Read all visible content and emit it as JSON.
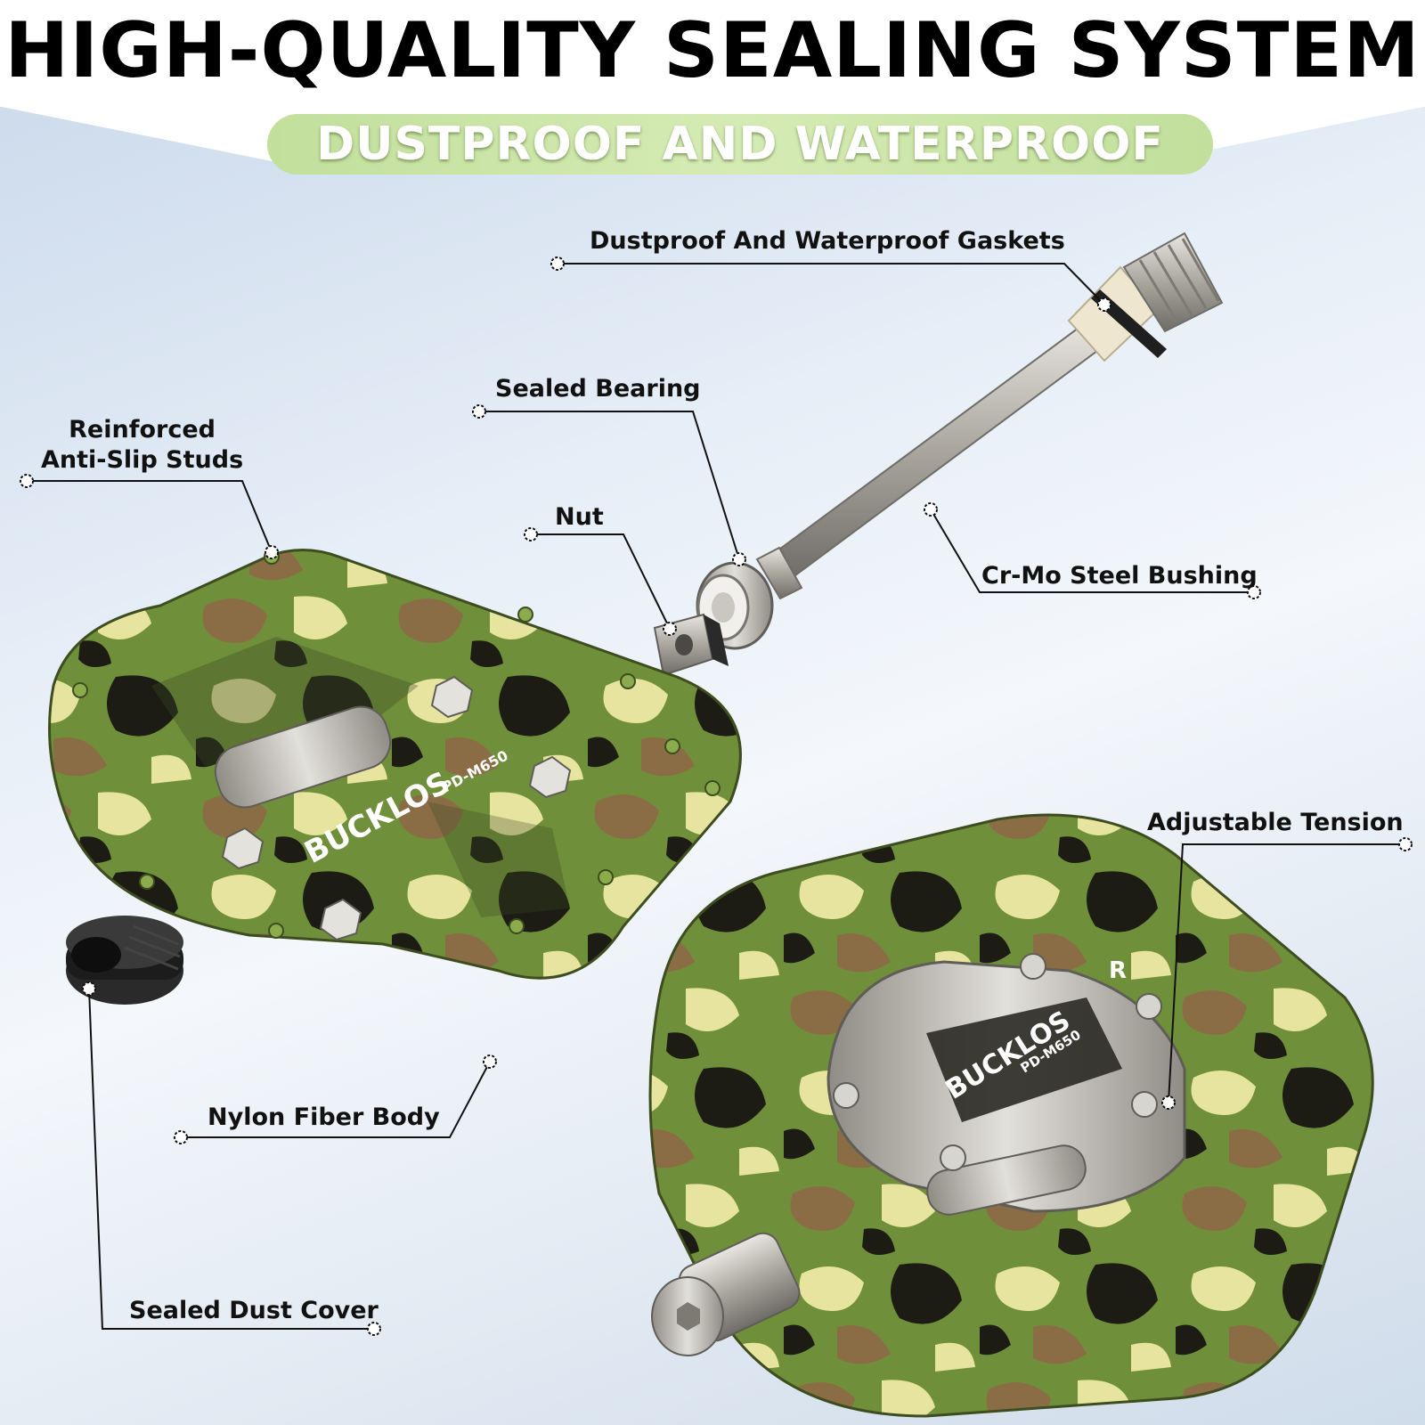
{
  "header": {
    "title": "HIGH-QUALITY SEALING SYSTEM",
    "subtitle": "DUSTPROOF AND WATERPROOF"
  },
  "callouts": {
    "gaskets": "Dustproof And Waterproof Gaskets",
    "bearing": "Sealed Bearing",
    "studs_line1": "Reinforced",
    "studs_line2": "Anti-Slip Studs",
    "nut": "Nut",
    "bushing": "Cr-Mo Steel Bushing",
    "tension": "Adjustable Tension",
    "body": "Nylon Fiber Body",
    "dust_cover": "Sealed Dust Cover"
  },
  "product": {
    "brand": "BUCKLOS",
    "model": "PD-M650",
    "side_mark": "R"
  },
  "colors": {
    "camo_green": "#6f8f3a",
    "camo_brown": "#8a6d45",
    "camo_tan": "#e7e4a0",
    "camo_black": "#1c1c14",
    "steel": "#b9b6ae",
    "accent_pill": "#c9e3a5"
  }
}
